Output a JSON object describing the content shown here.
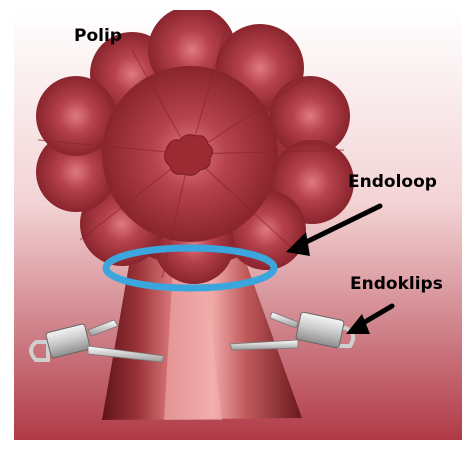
{
  "labels": {
    "polyp": "Polip",
    "loop": "Endoloop",
    "clips": "Endoklips"
  },
  "colors": {
    "background_top": "#ffffff",
    "background_bottom": "#b03a47",
    "polyp_light": "#c25560",
    "polyp_dark": "#7a1a22",
    "stalk_light": "#e08a8a",
    "stalk_dark": "#6e1a1e",
    "loop": "#3aa6dd",
    "clip_body": "#d8d8d8",
    "arrow": "#000000"
  },
  "icons": {
    "pointer": "arrow-icon"
  }
}
